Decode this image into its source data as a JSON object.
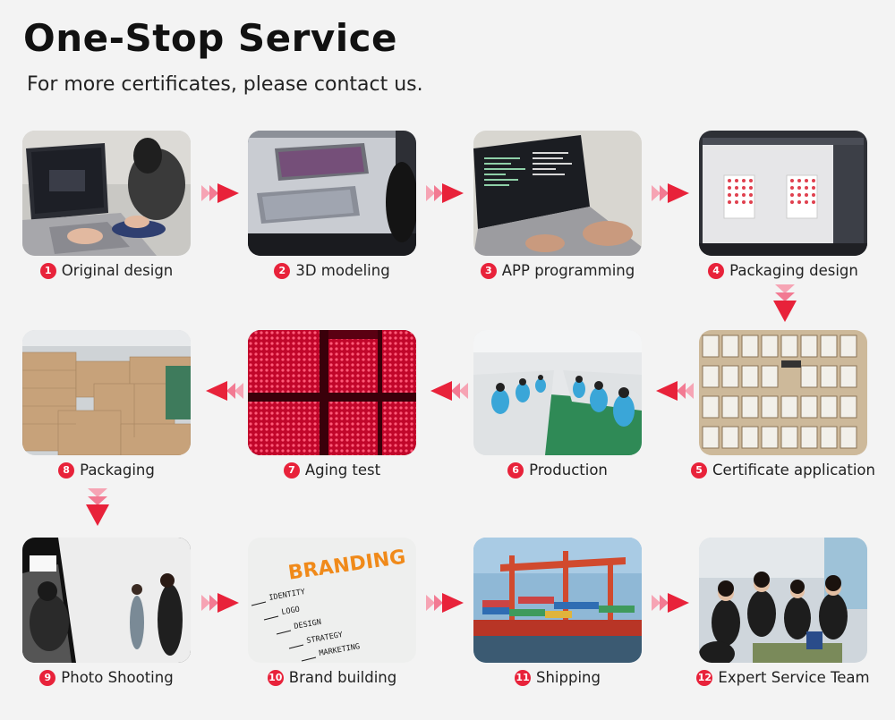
{
  "header": {
    "title": "One-Stop Service",
    "subtitle": "For more certificates, please contact us."
  },
  "colors": {
    "accent": "#e8223a",
    "arrow_light": "#f6a4b4",
    "background": "#f3f3f3"
  },
  "steps": [
    {
      "number": "1",
      "label": "Original design",
      "image": "laptop-design-photo"
    },
    {
      "number": "2",
      "label": "3D modeling",
      "image": "3d-model-screen-photo"
    },
    {
      "number": "3",
      "label": "APP programming",
      "image": "coding-laptop-photo"
    },
    {
      "number": "4",
      "label": "Packaging  design",
      "image": "packaging-layout-screen-photo"
    },
    {
      "number": "5",
      "label": "Certificate application",
      "image": "certificate-wall-photo"
    },
    {
      "number": "6",
      "label": "Production",
      "image": "production-line-photo"
    },
    {
      "number": "7",
      "label": "Aging test",
      "image": "red-light-panels-photo"
    },
    {
      "number": "8",
      "label": "Packaging",
      "image": "warehouse-boxes-photo"
    },
    {
      "number": "9",
      "label": "Photo Shooting",
      "image": "photo-studio-photo"
    },
    {
      "number": "10",
      "label": "Brand building",
      "image": "branding-board-photo"
    },
    {
      "number": "11",
      "label": "Shipping",
      "image": "container-ship-photo"
    },
    {
      "number": "12",
      "label": "Expert Service Team",
      "image": "team-group-photo"
    }
  ],
  "branding_board": {
    "heading": "BRANDING",
    "items": [
      "IDENTITY",
      "LOGO",
      "DESIGN",
      "STRATEGY",
      "MARKETING"
    ]
  }
}
